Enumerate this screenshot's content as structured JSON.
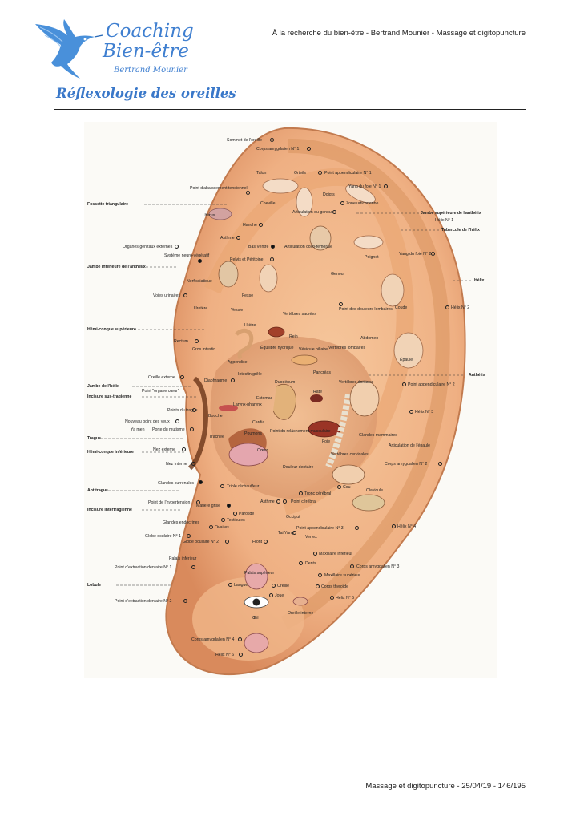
{
  "header": {
    "brand_line1": "Coaching",
    "brand_line2": "Bien-être",
    "brand_author": "Bertrand Mounier",
    "running_title": "À la recherche du bien-être - Bertrand Mounier - Massage et digitopuncture"
  },
  "page_title": "Réflexologie des oreilles",
  "footer": "Massage et digitopuncture - 25/04/19 - 146/195",
  "figure": {
    "left_labels": [
      "Fossette triangulaire",
      "Jambe inférieure de l'anthélix",
      "Hémi-conque supérieure",
      "Jambe de l'hélix",
      "Incisure sus-tragienne",
      "Tragus",
      "Hémi-conque inférieure",
      "Antitragus",
      "Incisure intertragienne",
      "Lobule"
    ],
    "right_labels": [
      "Jambe supérieure de l'anthélix",
      "Tubercule de l'hélix",
      "Hélix",
      "Anthélix"
    ],
    "points": [
      "Sommet de l'oreille",
      "Corps amygdalien N° 1",
      "Talon",
      "Orteils",
      "Point appendiculaire N° 1",
      "Point d'abaissement tensionnel",
      "Yang du foie N° 1",
      "Doigts",
      "Zone urticarienne",
      "Hélix N° 1",
      "Cheville",
      "Articulation du genou",
      "Utérus",
      "Hanche",
      "Asthme",
      "Bas Ventre",
      "Organes génitaux externes",
      "Système neuro-végétatif",
      "Articulation coxo-fémorale",
      "Poignet",
      "Yang du foie N° 2",
      "Pelvis et Péritoine",
      "Genou",
      "Nerf sciatique",
      "Fesse",
      "Voies urinaires",
      "Vertèbres sacrées",
      "Point des douleurs lombaires",
      "Coude",
      "Hélix N° 2",
      "Uretère",
      "Vessie",
      "Urètre",
      "Rectum",
      "Gros intestin",
      "Équilibre hydrique",
      "Rein",
      "Vésicule biliaire",
      "Vertèbres lombaires",
      "Abdomen",
      "Appendice",
      "Intestin grêle",
      "Pancréas",
      "Épaule",
      "Oreille externe",
      "Diaphragme",
      "Duodénum",
      "Point \"organe cœur\"",
      "Vertèbres dorsales",
      "Point appendiculaire N° 2",
      "Estomac",
      "Rate",
      "Points du tragus",
      "Larynx-pharynx",
      "Bouche",
      "Nouveau point des yeux",
      "Ya men",
      "Porte du mutisme",
      "Cardia",
      "Point du relâchement musculaire",
      "Foie",
      "Trachée",
      "Poumons",
      "Glandes mammaires",
      "Hélix N° 3",
      "Articulation de l'épaule",
      "Nez externe",
      "Cœur",
      "Nez interne",
      "Vertèbres cervicales",
      "Corps amygdalien N° 2",
      "Glandes surrénales",
      "Douleur dentaire",
      "Triple réchauffeur",
      "Cou",
      "Clavicule",
      "Point de l'hypertension",
      "Tronc cérébral",
      "Point cérébral",
      "Matière grise",
      "Parotide",
      "Asthme",
      "Occiput",
      "Glandes endocrines",
      "Testicules",
      "Ovaires",
      "Globe oculaire N° 1",
      "Globe oculaire N° 2",
      "Tai Yang",
      "Point appendiculaire N° 3",
      "Hélix N° 4",
      "Front",
      "Vertex",
      "Palais inférieur",
      "Maxillaire inférieur",
      "Point d'extraction dentaire N° 1",
      "Palais supérieur",
      "Dents",
      "Corps amygdalien N° 3",
      "Maxillaire supérieur",
      "Langue",
      "Oreille",
      "Corps thyroïde",
      "Point d'extraction dentaire N° 2",
      "Joue",
      "Hélix N° 5",
      "Œil",
      "Oreille interne",
      "Corps amygdalien N° 4",
      "Hélix N° 6"
    ]
  },
  "colors": {
    "brand_blue": "#3f7fd0",
    "title_blue": "#3a78c9",
    "ear_skin": "#f0b98a",
    "ear_shadow": "#d8875a"
  },
  "icons": {
    "logo": "hummingbird-icon"
  }
}
